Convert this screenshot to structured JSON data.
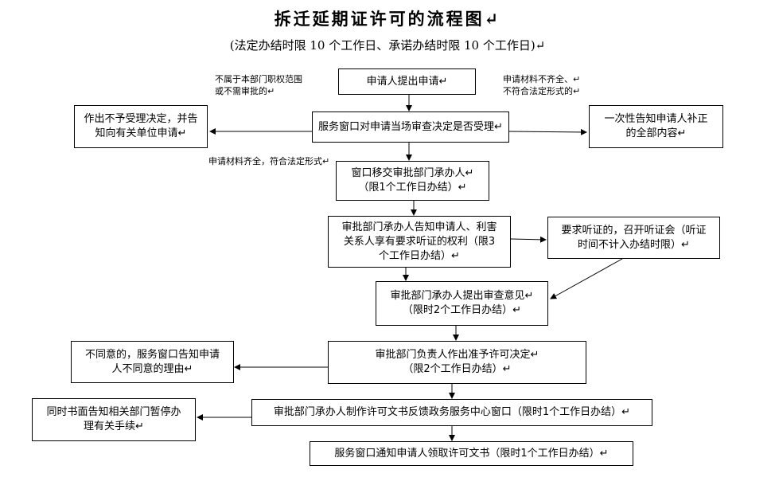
{
  "header": {
    "title": "拆迁延期证许可的流程图↵",
    "subtitle": "(法定办结时限 10 个工作日、承诺办结时限 10 个工作日)↵"
  },
  "nodes": {
    "apply": "申请人提出申请↵",
    "window_review": "服务窗口对申请当场审查决定是否受理↵",
    "reject_decision": "作出不予受理决定，并告\n知向有关单位申请↵",
    "supplement_notice": "一次性告知申请人补正\n的全部内容↵",
    "transfer": "窗口移交审批部门承办人↵\n（限1个工作日办结）↵",
    "hearing_rights": "审批部门承办人告知申请人、利害\n关系人享有要求听证的权利（限3\n个工作日办结）↵",
    "hearing": "要求听证的，召开听证会（听证\n时间不计入办结时限）↵",
    "review_opinion": "审批部门承办人提出审查意见↵\n（限时2个工作日办结）↵",
    "approval_decision": "审批部门负责人作出准予许可决定↵\n（限2个工作日办结）↵",
    "disagree_notice": "不同意的，服务窗口告知申请\n人不同意的理由↵",
    "issue_document": "审批部门承办人制作许可文书反馈政务服务中心窗口（限时1个工作日办结）↵",
    "suspend_notice": "同时书面告知相关部门暂停办\n理有关手续↵",
    "notify_collect": "服务窗口通知申请人领取许可文书（限时1个工作日办结）↵"
  },
  "notes": {
    "out_of_scope": "不属于本部门职权范围\n或不需审批的↵",
    "incomplete": "申请材料不齐全、↵\n不符合法定形式的↵",
    "complete": "申请材料齐全，符合法定形式↵"
  }
}
